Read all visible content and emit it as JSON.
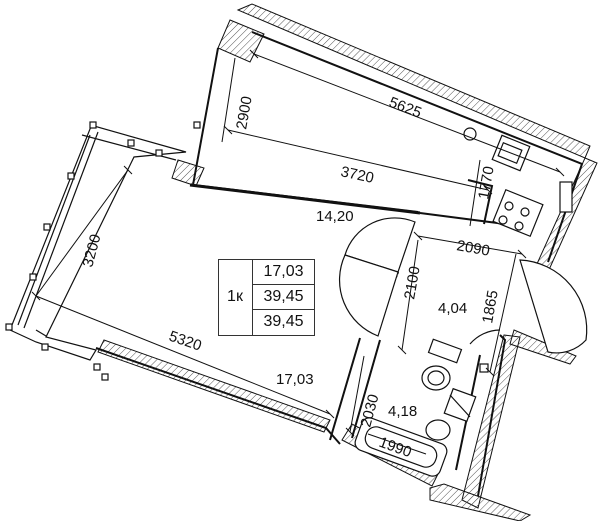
{
  "plan": {
    "rooms": [
      {
        "id": "living",
        "area": "17,03"
      },
      {
        "id": "kitchen",
        "area": "14,20"
      },
      {
        "id": "hall",
        "area": "4,04"
      },
      {
        "id": "bathroom",
        "area": "4,18"
      }
    ],
    "dimensions": {
      "d5625": "5625",
      "d2900": "2900",
      "d3720": "3720",
      "d1770": "1770",
      "d3200": "3200",
      "d5320": "5320",
      "d2090": "2090",
      "d2100": "2100",
      "d1865": "1865",
      "d2030": "2030",
      "d1990": "1990"
    },
    "summary": {
      "rooms_label": "1к",
      "living_area": "17,03",
      "total_area": "39,45",
      "total_area_with_balcony": "39,45"
    }
  },
  "colors": {
    "line": "#111111",
    "hatch": "#555555"
  }
}
